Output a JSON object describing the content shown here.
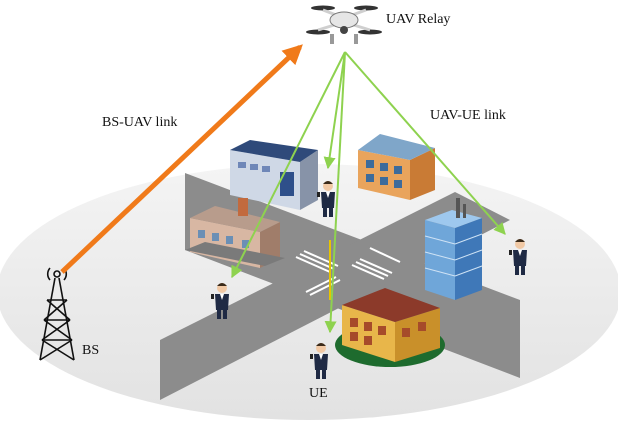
{
  "labels": {
    "uav_relay": "UAV Relay",
    "bs_uav_link": "BS-UAV link",
    "uav_ue_link": "UAV-UE link",
    "bs": "BS",
    "ue": "UE"
  },
  "colors": {
    "bs_uav_link": "#f07a1a",
    "uav_ue_link": "#8ed24f",
    "ground_ellipse": "#eeeeee",
    "road": "#8c8c8c"
  },
  "icons": [
    "drone-icon",
    "cell-tower-icon",
    "building-icon",
    "person-phone-icon"
  ]
}
